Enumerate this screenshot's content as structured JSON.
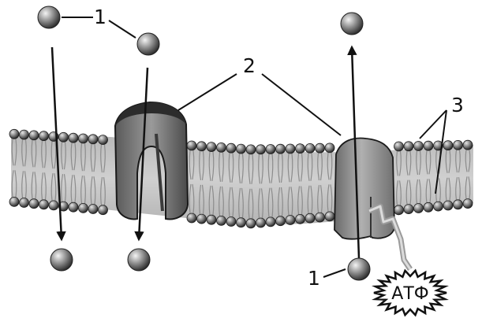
{
  "labels": {
    "one_top": "1",
    "two": "2",
    "three": "3",
    "one_bottom": "1",
    "atp": "АТФ"
  }
}
